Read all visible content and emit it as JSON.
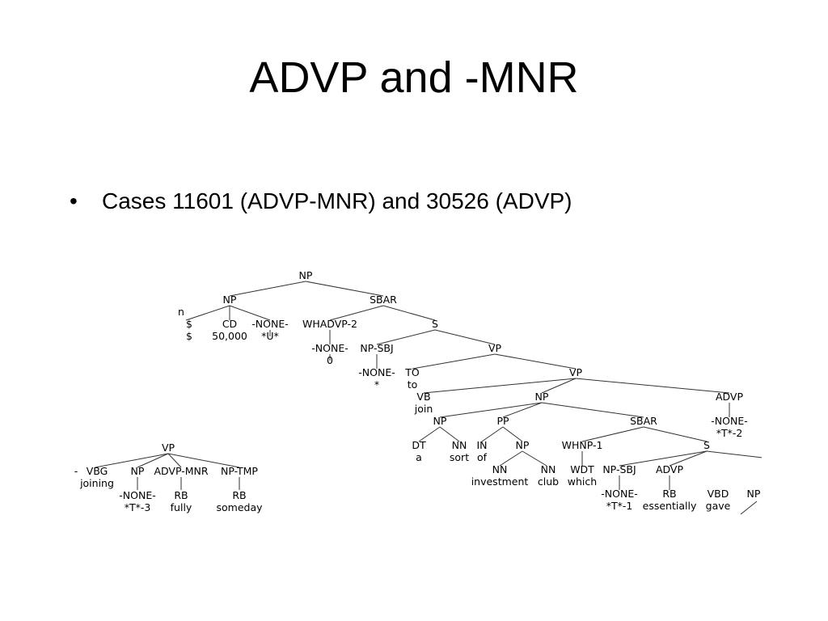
{
  "slide": {
    "title": "ADVP and -MNR",
    "bullets": [
      {
        "icon": "bullet-dot-icon",
        "text": "Cases 11601 (ADVP-MNR) and 30526 (ADVP)"
      }
    ]
  },
  "tree_main": {
    "labels": [
      "NP",
      "NP",
      "SBAR",
      "n",
      "$",
      "$",
      "CD",
      "50,000",
      "-NONE-",
      "*U*",
      "WHADVP-2",
      "S",
      "-NONE-",
      "0",
      "NP-SBJ",
      "VP",
      "-NONE-",
      "*",
      "TO",
      "to",
      "VP",
      "VB",
      "join",
      "NP",
      "ADVP",
      "NP",
      "PP",
      "SBAR",
      "-NONE-",
      "*T*-2",
      "DT",
      "a",
      "NN",
      "sort",
      "IN",
      "of",
      "NP",
      "WHNP-1",
      "S",
      "NN",
      "investment",
      "NN",
      "club",
      "WDT",
      "which",
      "NP-SBJ",
      "ADVP",
      "-NONE-",
      "*T*-1",
      "RB",
      "essentially",
      "VBD",
      "gave",
      "NP"
    ]
  },
  "tree_small": {
    "labels": [
      "VP",
      "-",
      "VBG",
      "joining",
      "NP",
      "-NONE-",
      "*T*-3",
      "ADVP-MNR",
      "RB",
      "fully",
      "NP-TMP",
      "RB",
      "someday"
    ]
  }
}
